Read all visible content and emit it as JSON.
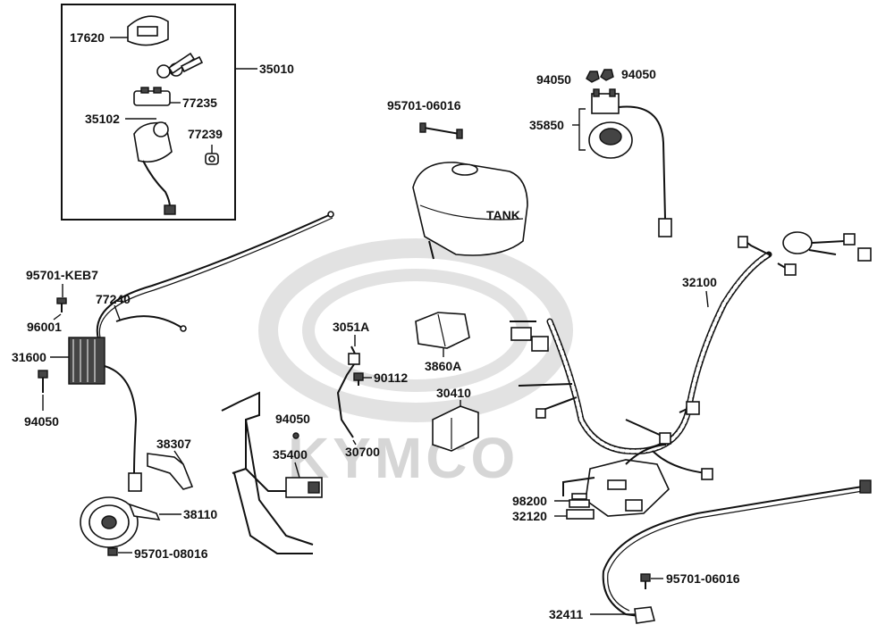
{
  "watermark": {
    "brand": "KYMCO"
  },
  "labels": {
    "p17620": "17620",
    "p35010": "35010",
    "p77235": "77235",
    "p35102": "35102",
    "p77239": "77239",
    "p95701_06016_top": "95701-06016",
    "p94050_a": "94050",
    "p94050_b": "94050",
    "p35850": "35850",
    "tank": "TANK",
    "p95701_keb7": "95701-KEB7",
    "p77240": "77240",
    "p96001": "96001",
    "p31600": "31600",
    "p94050_c": "94050",
    "p38307": "38307",
    "p38110": "38110",
    "p95701_08016": "95701-08016",
    "p94050_d": "94050",
    "p35400": "35400",
    "p3051a": "3051A",
    "p90112": "90112",
    "p30700": "30700",
    "p3860a": "3860A",
    "p30410": "30410",
    "p32100": "32100",
    "p98200": "98200",
    "p32120": "32120",
    "p95701_06016_bot": "95701-06016",
    "p32411": "32411"
  }
}
